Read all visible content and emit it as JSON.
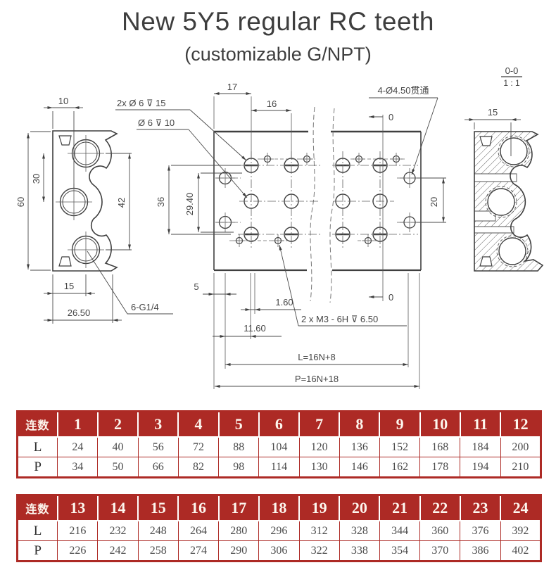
{
  "page": {
    "title": "New 5Y5 regular RC teeth",
    "subtitle": "(customizable G/NPT)"
  },
  "drawing": {
    "section_ref": "0-0",
    "section_scale": "1 : 1",
    "notes": {
      "cbore2": "2x Ø 6 ⊽ 15",
      "cbore1": "Ø 6 ⊽ 10",
      "through": "4-Ø4.50贯通",
      "tap": "2 x M3 - 6H ⊽ 6.50",
      "port": "6-G1/4"
    },
    "dims": {
      "left_width_top": "10",
      "left_pitch": "30",
      "left_height": "60",
      "left_span": "42",
      "left_off": "15",
      "left_width_bottom": "26.50",
      "top_17": "17",
      "top_16": "16",
      "datum_top": "0",
      "datum_bottom": "0",
      "rows_36": "36",
      "rows_29": "29.40",
      "right_20": "20",
      "bot_5": "5",
      "bot_160": "1.60",
      "bot_1160": "11.60",
      "length_L": "L=16N+8",
      "length_P": "P=16N+18",
      "sec_15": "15"
    }
  },
  "tables": [
    {
      "corner": "连数",
      "cols": [
        "1",
        "2",
        "3",
        "4",
        "5",
        "6",
        "7",
        "8",
        "9",
        "10",
        "11",
        "12"
      ],
      "rows": [
        {
          "label": "L",
          "values": [
            "24",
            "40",
            "56",
            "72",
            "88",
            "104",
            "120",
            "136",
            "152",
            "168",
            "184",
            "200"
          ]
        },
        {
          "label": "P",
          "values": [
            "34",
            "50",
            "66",
            "82",
            "98",
            "114",
            "130",
            "146",
            "162",
            "178",
            "194",
            "210"
          ]
        }
      ]
    },
    {
      "corner": "连数",
      "cols": [
        "13",
        "14",
        "15",
        "16",
        "17",
        "18",
        "19",
        "20",
        "21",
        "22",
        "23",
        "24"
      ],
      "rows": [
        {
          "label": "L",
          "values": [
            "216",
            "232",
            "248",
            "264",
            "280",
            "296",
            "312",
            "328",
            "344",
            "360",
            "376",
            "392"
          ]
        },
        {
          "label": "P",
          "values": [
            "226",
            "242",
            "258",
            "274",
            "290",
            "306",
            "322",
            "338",
            "354",
            "370",
            "386",
            "402"
          ]
        }
      ]
    }
  ],
  "colors": {
    "table_red": "#ad2a25",
    "line": "#3f3f3f"
  }
}
